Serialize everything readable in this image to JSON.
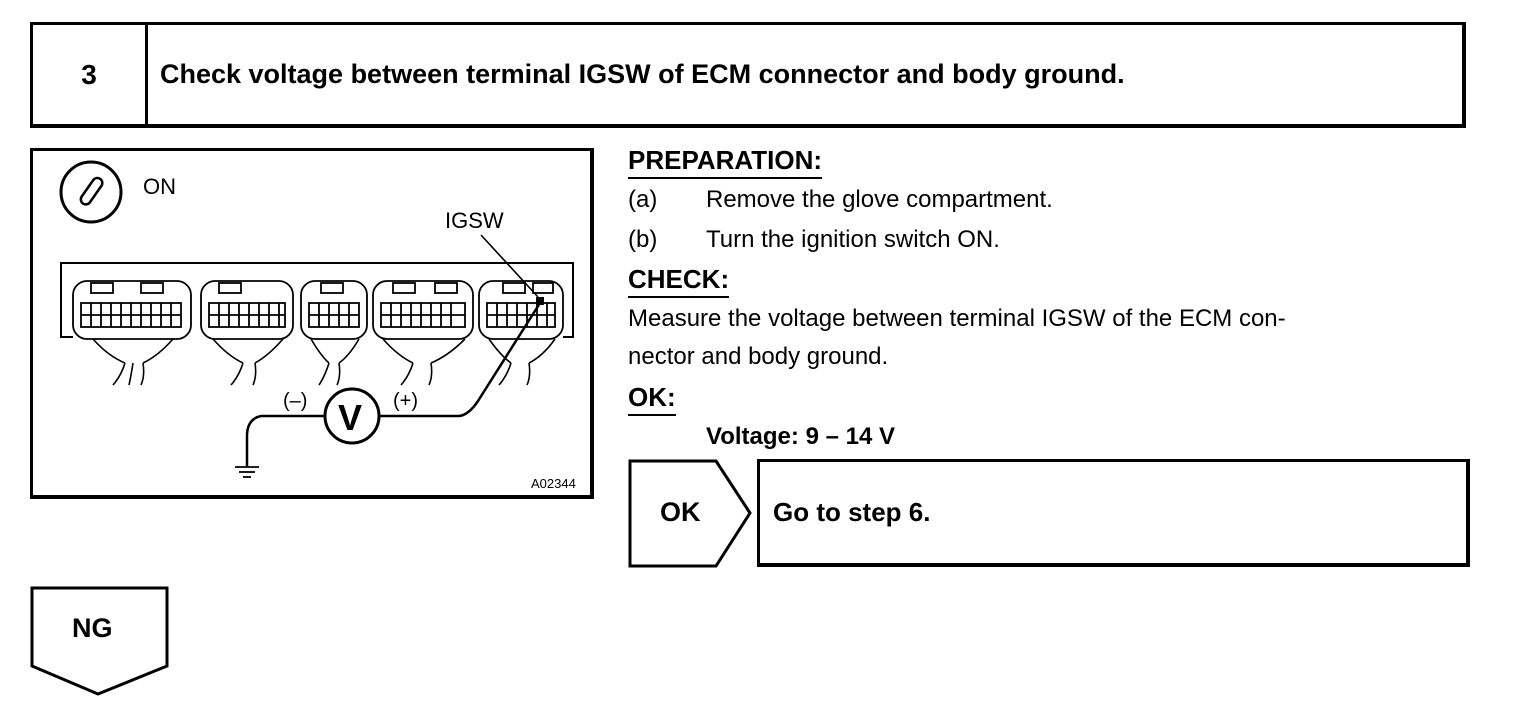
{
  "step": {
    "number": "3",
    "title": "Check voltage between terminal IGSW of ECM connector and body ground."
  },
  "illustration": {
    "ignition_label": "ON",
    "terminal_label": "IGSW",
    "meter_symbol": "V",
    "negative_label": "(–)",
    "positive_label": "(+)",
    "figure_code": "A02344"
  },
  "preparation": {
    "heading": "PREPARATION:",
    "steps": [
      {
        "marker": "(a)",
        "text": "Remove the glove compartment."
      },
      {
        "marker": "(b)",
        "text": "Turn the ignition switch ON."
      }
    ]
  },
  "check": {
    "heading": "CHECK:",
    "lines": [
      "Measure the voltage between terminal IGSW of the ECM con-",
      "nector and body ground."
    ]
  },
  "ok_spec": {
    "heading": "OK:",
    "value": "Voltage: 9 – 14 V"
  },
  "result_ok": {
    "label": "OK",
    "action": "Go to step 6."
  },
  "result_ng": {
    "label": "NG"
  }
}
